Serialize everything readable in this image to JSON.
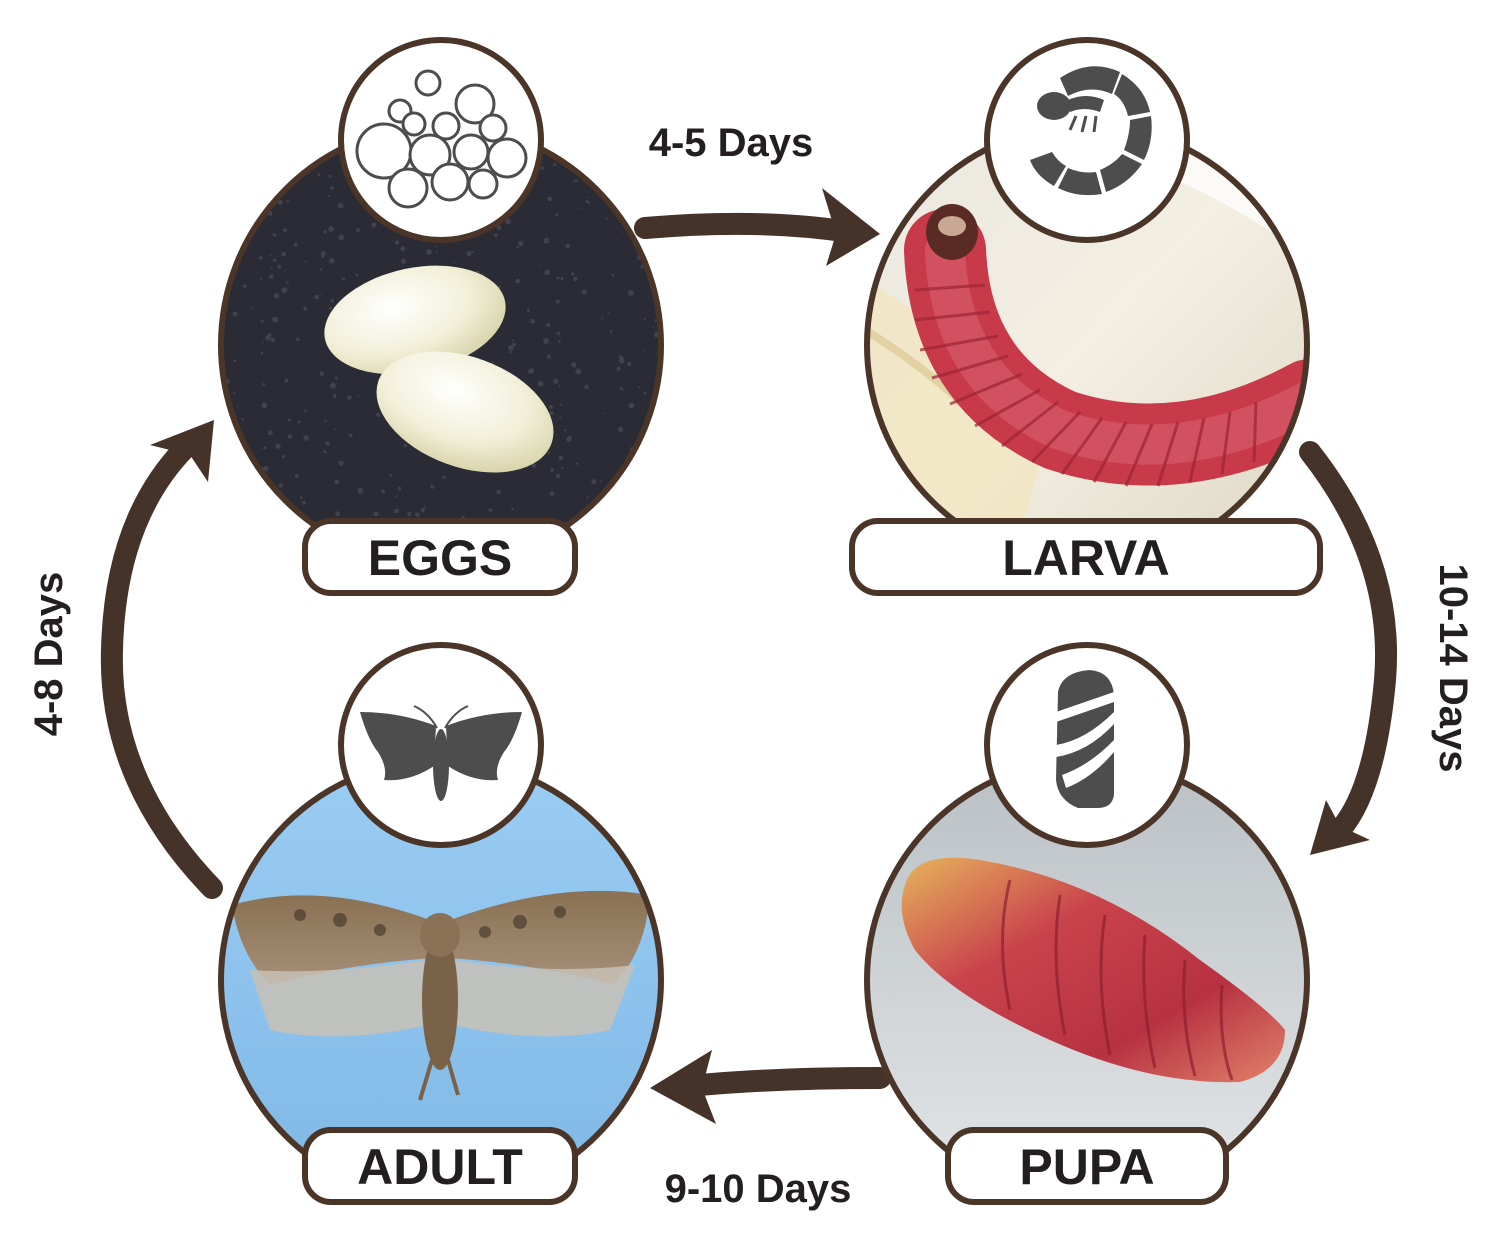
{
  "stages": [
    {
      "name": "EGGS",
      "icon": "eggs-icon"
    },
    {
      "name": "LARVA",
      "icon": "larva-icon"
    },
    {
      "name": "PUPA",
      "icon": "pupa-icon"
    },
    {
      "name": "ADULT",
      "icon": "moth-icon"
    }
  ],
  "durations": {
    "eggs_to_larva": "4-5 Days",
    "larva_to_pupa": "10-14 Days",
    "pupa_to_adult": "9-10 Days",
    "adult_to_eggs": "4-8 Days"
  },
  "colors": {
    "outline": "#4a3528",
    "arrow": "#45332a",
    "text": "#231f20",
    "icon": "#4d4d4d",
    "adult_background": "#8cc4f0",
    "eggs_background": "#2b2b35",
    "larva_body": "#c83a4a",
    "pupa_body": "#c2414a"
  }
}
